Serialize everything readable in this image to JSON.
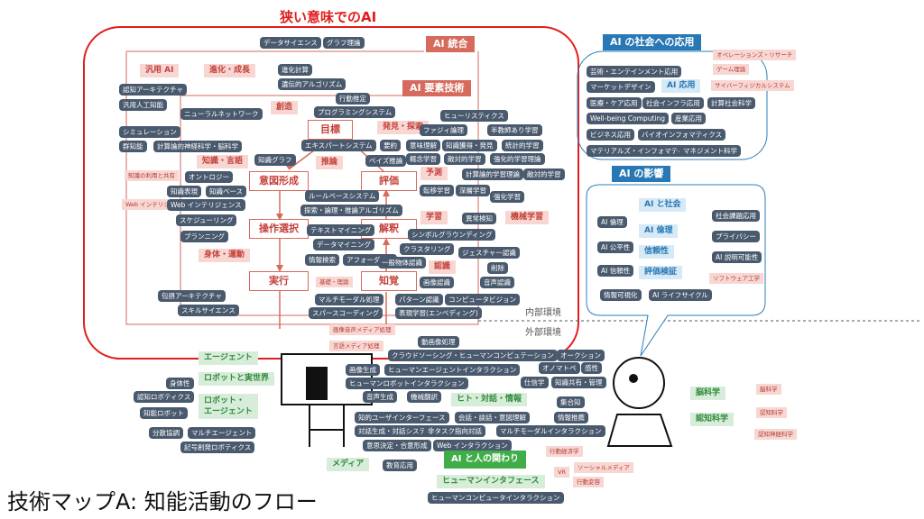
{
  "title": "狭い意味でのAI",
  "footer_title": "技術マップA: 知能活動のフロー",
  "headers": {
    "ai_integration": "AI 統合",
    "ai_elements": "AI 要素技術",
    "ai_society": "AI の社会への応用",
    "ai_impact": "AI の影響"
  },
  "environment": {
    "internal": "内部環境",
    "external": "外部環境"
  },
  "flow_boxes": {
    "goal": "目標",
    "intent": "意図形成",
    "evaluate": "評価",
    "select": "操作選択",
    "interpret": "解釈",
    "execute": "実行",
    "perceive": "知覚"
  },
  "pink_labels": {
    "general_ai": "汎用 AI",
    "evolution": "進化・成長",
    "creation": "創造",
    "discovery": "発見・探索",
    "knowledge_language": "知識・言語",
    "inference": "推論",
    "prediction": "予測",
    "body_motion": "身体・運動",
    "learning": "学習",
    "machine_learning": "機械学習",
    "recognition": "認識"
  },
  "pink_small": {
    "knowledge_use": "知識の利用と共有",
    "web_intelligence": "Web インテリジェンス",
    "basics_theory": "基礎・理論",
    "image_audio_media": "画像音声メディア処理",
    "language_media": "言語メディア処理"
  },
  "chips": {
    "data_science": "データサイエンス",
    "graph_theory": "グラフ理論",
    "cognitive_arch": "認知アーキテクチャ",
    "general_knowledge": "汎用人工知能",
    "evolutionary_computation": "進化計算",
    "genetic_algorithm": "遺伝的アルゴリズム",
    "behavior_estimation": "行動推定",
    "neural_network": "ニューラルネットワーク",
    "programming_system": "プログラミングシステム",
    "heuristics": "ヒューリスティクス",
    "simulation": "シミュレーション",
    "fuzzy_logic": "ファジィ論理",
    "semi_supervised": "半教師あり学習",
    "swarm": "群知能",
    "comp_neuro": "計算論的神経科学・脳科学",
    "expert_system": "エキスパートシステム",
    "summary": "要約",
    "meaning_understanding": "意味理解",
    "knowledge_acquisition": "知識獲得・発見",
    "statistical_learning": "統計的学習",
    "knowledge_graph": "知識グラフ",
    "bayes_inference": "ベイズ推論",
    "concept_learning": "概念学習",
    "adversarial_learning": "敵対的学習",
    "reinforcement_learning": "強化的学習理論",
    "ontology": "オントロジー",
    "comp_learning_theory": "計算論的学習理論",
    "adversarial_learning2": "敵対的学習",
    "knowledge_repr": "知識表現",
    "knowledge_base": "知識ベース",
    "rule_base": "ルールベースシステム",
    "transfer_learning": "転移学習",
    "deep_learning": "深層学習",
    "reinforcement": "強化学習",
    "web_intelligence_chip": "Web インテリジェンス",
    "search_logic": "探索・論理・推論アルゴリズム",
    "scheduling": "スケジューリング",
    "anomaly_detection": "異常検知",
    "planning": "プランニング",
    "text_mining": "テキストマイニング",
    "symbol_grounding": "シンボルグラウンディング",
    "data_mining": "データマイニング",
    "clustering": "クラスタリング",
    "gesture_recognition": "ジェスチャー認識",
    "info_retrieval": "情報検索",
    "affordance": "アフォーダンス",
    "general_object": "一般物体認識",
    "deletion": "削除",
    "image_recognition": "画像認識",
    "speech_recognition": "音声認識",
    "embodied_arch": "包摂アーキテクチャ",
    "multimodal": "マルチモーダル処理",
    "pattern_recognition": "パターン認識",
    "computer_vision": "コンピュータビジョン",
    "skill_science": "スキルサイエンス",
    "sparse_coding": "スパースコーディング",
    "representation_learning": "表現学習(エンベディング)",
    "video_processing": "動画像処理",
    "crowdsourcing": "クラウドソーシング・ヒューマンコンピュテーション",
    "auction": "オークション",
    "image_generation": "画像生成",
    "hai": "ヒューマンエージェントインタラクション",
    "onomatopoeia": "オノマトペ",
    "emotion": "感性",
    "embodiment": "身体性",
    "hri": "ヒューマンロボットインタラクション",
    "trust": "仕信学",
    "knowledge_sharing": "知識共有・管理",
    "cognitive_robotics": "認知ロボティクス",
    "speech_generation": "音声生成",
    "machine_translation": "機械翻訳",
    "group_knowledge": "集合知",
    "intelligent_robot": "知能ロボット",
    "intelligent_ui": "知的ユーザインターフェース",
    "conversation": "会話・談話・意図理解",
    "info_recommendation": "情報推薦",
    "distributed_cognition": "分散協調",
    "multi_agent": "マルチエージェント",
    "dialogue_system": "対話生成・対話システム",
    "task_oriented": "非タスク指向対話",
    "multimodal_interaction": "マルチモーダルインタラクション",
    "self_organizing_robotics": "記号創発ロボティクス",
    "decision_making": "意思決定・合意形成",
    "web_interaction": "Web インタラクション",
    "behavioral_economics": "行動経済学",
    "education": "教育応用",
    "vr": "VR",
    "social_media": "ソーシャルメディア",
    "behavior_change": "行動変容",
    "hci": "ヒューマンコンピュータインタラクション",
    "art_entertainment": "芸術・エンテインメント応用",
    "game_theory": "ゲーム理論",
    "operations_research": "オペレーションズ・リサーチ",
    "marketing": "マーケットデザイン",
    "cps": "サイバーフィジカルシステム",
    "medical": "医療・ケア応用",
    "social_infra": "社会インフラ応用",
    "comp_social_science": "計算社会科学",
    "wellbeing": "Well-being Computing",
    "industry": "産業応用",
    "business": "ビジネス応用",
    "bioinformatics": "バイオインフォマティクス",
    "materials": "マテリアルズ・インフォマティクス",
    "management_science": "マネジメント科学",
    "ai_ethics": "AI 倫理",
    "social_issues": "社会課題応用",
    "ai_fairness": "AI 公平性",
    "privacy": "プライバシー",
    "ai_reliability": "AI 信頼性",
    "explainability": "AI 説明可能性",
    "info_visualization": "情報可視化",
    "ai_lifecycle": "AI ライフサイクル",
    "brain_science_chip": "脳科学",
    "cognitive_science_chip": "認知科学",
    "cognitive_neuro": "認知神経科学"
  },
  "blue_labels": {
    "ai_application": "AI 応用",
    "ai_society": "AI と社会",
    "ai_ethics": "AI 倫理",
    "reliability": "信頼性",
    "eval_verification": "評価検証"
  },
  "pink_plain": {
    "software_engineering": "ソフトウェア工学"
  },
  "green_labels": {
    "agent": "エージェント",
    "robot_real": "ロボットと実世界",
    "robot_agent": "ロボット・\nエージェント",
    "human_dialogue": "ヒト・対話・情報",
    "media": "メディア",
    "ai_human": "AI と人の関わり",
    "human_interface": "ヒューマンインタフェース",
    "brain_science": "脳科学",
    "cognitive_science": "認知科学"
  }
}
